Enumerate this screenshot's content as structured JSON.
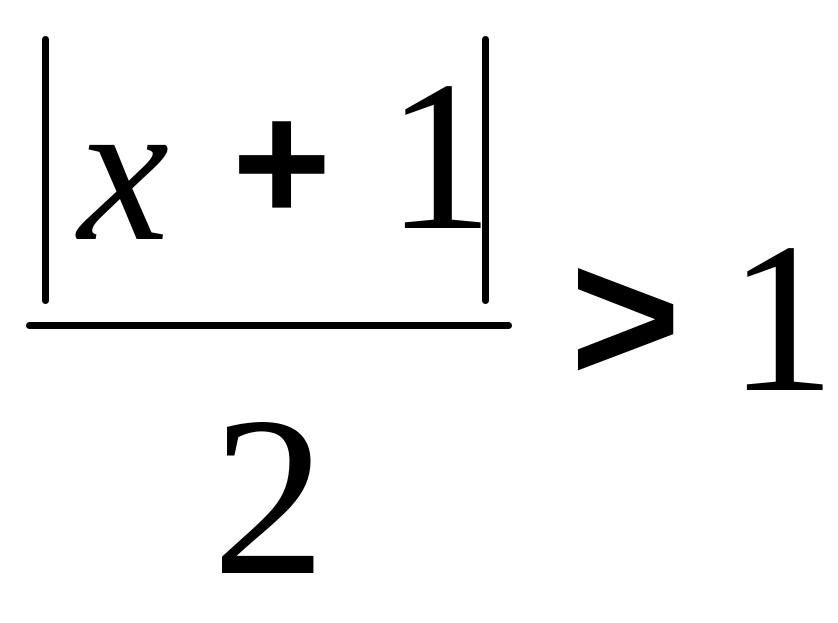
{
  "expression": {
    "numerator": {
      "variable": "x",
      "operator": "+",
      "constant": "1"
    },
    "denominator": "2",
    "relation": ">",
    "right_side": "1"
  }
}
